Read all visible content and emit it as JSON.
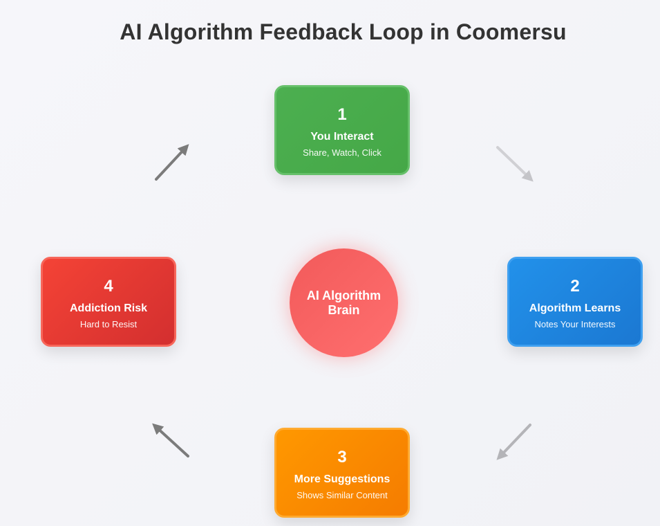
{
  "title": "AI Algorithm Feedback Loop in Coomersu",
  "steps": [
    {
      "number": "1",
      "title": "You Interact",
      "subtitle": "Share, Watch, Click",
      "color": "#4caf50"
    },
    {
      "number": "2",
      "title": "Algorithm Learns",
      "subtitle": "Notes Your Interests",
      "color": "#2196f3"
    },
    {
      "number": "3",
      "title": "More Suggestions",
      "subtitle": "Shows Similar Content",
      "color": "#ff9800"
    },
    {
      "number": "4",
      "title": "Addiction Risk",
      "subtitle": "Hard to Resist",
      "color": "#f44336"
    }
  ],
  "center": {
    "label": "AI Algorithm Brain",
    "color": "#ff6b6b"
  }
}
